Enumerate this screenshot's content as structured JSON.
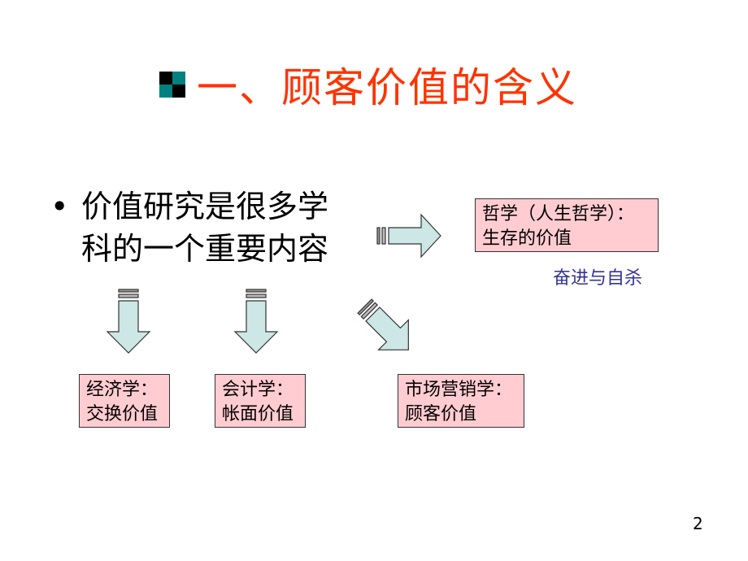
{
  "slide": {
    "title": "一、顾客价值的含义",
    "bullet_line1": "价值研究是很多学",
    "bullet_line2": "科的一个重要内容",
    "boxes": {
      "philosophy": {
        "line1": "哲学（人生哲学）：",
        "line2": "生存的价值"
      },
      "economics": {
        "line1": "经济学：",
        "line2": "交换价值"
      },
      "accounting": {
        "line1": "会计学：",
        "line2": "帐面价值"
      },
      "marketing": {
        "line1": "市场营销学：",
        "line2": "顾客价值"
      }
    },
    "note": "奋进与自杀",
    "page_number": "2"
  },
  "colors": {
    "title": "#ff3300",
    "box_fill": "#ffccd1",
    "arrow_fill": "#cde6e6",
    "note": "#333399",
    "icon_dark": "#000000",
    "icon_teal": "#008080"
  }
}
